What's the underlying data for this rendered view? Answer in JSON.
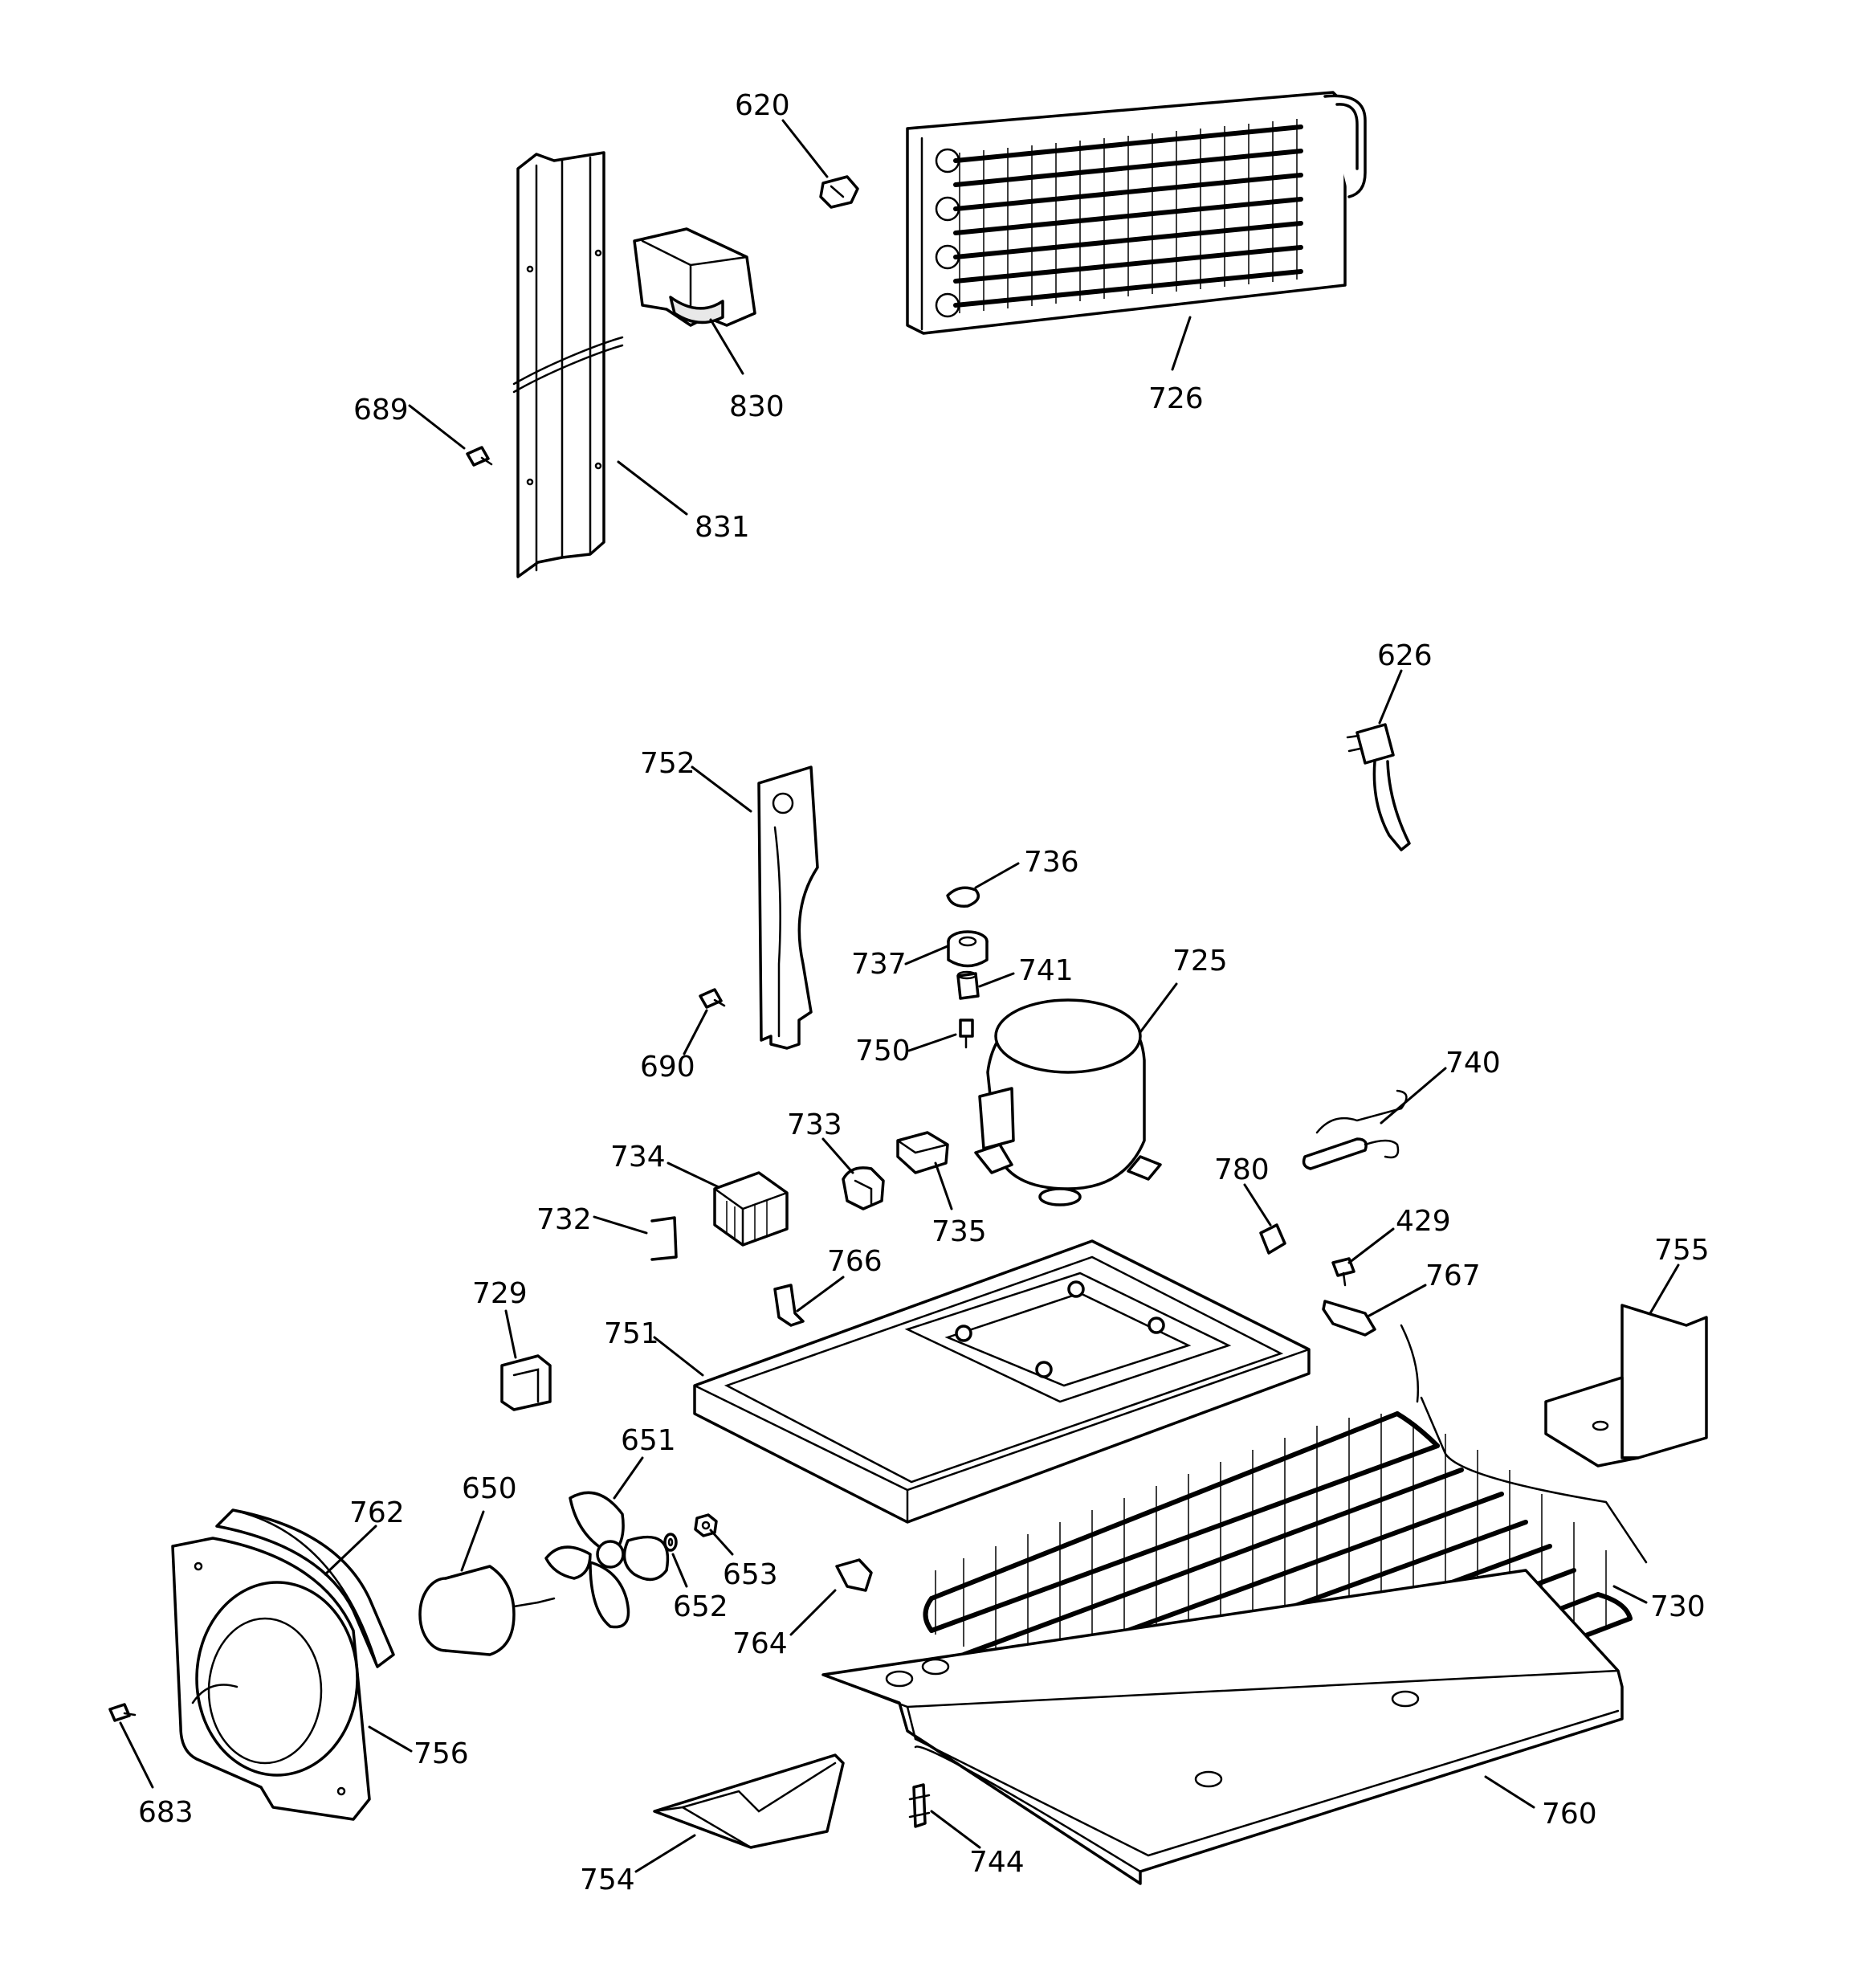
{
  "callouts": [
    {
      "id": "620",
      "label": "620"
    },
    {
      "id": "726",
      "label": "726"
    },
    {
      "id": "830",
      "label": "830"
    },
    {
      "id": "689",
      "label": "689"
    },
    {
      "id": "831",
      "label": "831"
    },
    {
      "id": "626",
      "label": "626"
    },
    {
      "id": "752",
      "label": "752"
    },
    {
      "id": "736",
      "label": "736"
    },
    {
      "id": "737",
      "label": "737"
    },
    {
      "id": "741",
      "label": "741"
    },
    {
      "id": "725",
      "label": "725"
    },
    {
      "id": "690",
      "label": "690"
    },
    {
      "id": "750",
      "label": "750"
    },
    {
      "id": "740",
      "label": "740"
    },
    {
      "id": "733",
      "label": "733"
    },
    {
      "id": "734",
      "label": "734"
    },
    {
      "id": "735",
      "label": "735"
    },
    {
      "id": "780",
      "label": "780"
    },
    {
      "id": "732",
      "label": "732"
    },
    {
      "id": "429",
      "label": "429"
    },
    {
      "id": "766",
      "label": "766"
    },
    {
      "id": "755",
      "label": "755"
    },
    {
      "id": "767",
      "label": "767"
    },
    {
      "id": "729",
      "label": "729"
    },
    {
      "id": "751",
      "label": "751"
    },
    {
      "id": "651",
      "label": "651"
    },
    {
      "id": "762",
      "label": "762"
    },
    {
      "id": "650",
      "label": "650"
    },
    {
      "id": "653",
      "label": "653"
    },
    {
      "id": "652",
      "label": "652"
    },
    {
      "id": "730",
      "label": "730"
    },
    {
      "id": "764",
      "label": "764"
    },
    {
      "id": "756",
      "label": "756"
    },
    {
      "id": "683",
      "label": "683"
    },
    {
      "id": "760",
      "label": "760"
    },
    {
      "id": "744",
      "label": "744"
    },
    {
      "id": "754",
      "label": "754"
    }
  ]
}
